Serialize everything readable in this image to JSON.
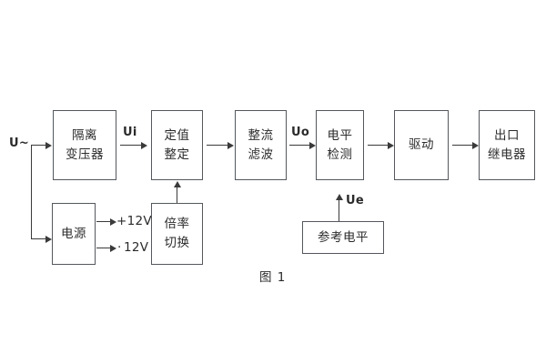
{
  "figure": {
    "caption": "图 1",
    "background_color": "#ffffff",
    "box_border_color": "#54585c",
    "wire_color": "#3a3a3a",
    "text_color": "#2b2b2b"
  },
  "input": {
    "label": "U~"
  },
  "blocks": {
    "isolation_transformer": {
      "line1": "隔离",
      "line2": "变压器"
    },
    "setting_adjust": {
      "line1": "定值",
      "line2": "整定"
    },
    "rectify_filter": {
      "line1": "整流",
      "line2": "滤波"
    },
    "level_detect": {
      "line1": "电平",
      "line2": "检测"
    },
    "drive": {
      "line1": "驱动"
    },
    "output_relay": {
      "line1": "出口",
      "line2": "继电器"
    },
    "power_supply": {
      "line1": "电源"
    },
    "multiplier_switch": {
      "line1": "倍率",
      "line2": "切换"
    },
    "reference_level": {
      "line1": "参考电平"
    }
  },
  "signals": {
    "ui": "Ui",
    "uo": "Uo",
    "ue": "Ue"
  },
  "power_rails": {
    "positive": "+12V",
    "negative": "12V",
    "negative_sign": "·"
  }
}
